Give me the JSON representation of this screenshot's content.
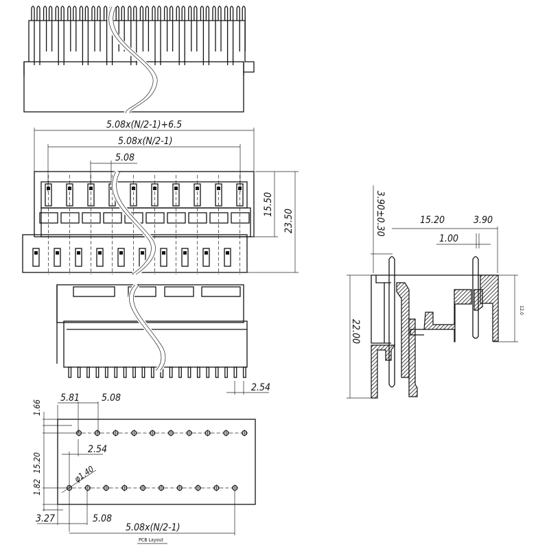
{
  "title": "PCB Layout",
  "colors": {
    "line": "#111111",
    "background": "#ffffff"
  },
  "front_view": {
    "overall_width": "5.08x(N/2-1)+6.5",
    "pin_span": "5.08x(N/2-1)",
    "pitch": "5.08",
    "height_upper": "15.50",
    "height_total": "23.50"
  },
  "bottom_view": {
    "pin_pitch": "2.54"
  },
  "pcb_layout": {
    "edge_offset_top": "1.66",
    "edge_offset_left": "5.81",
    "pitch_top": "5.08",
    "row_offset": "2.54",
    "row_spacing": "15.20",
    "hole_diameter": "φ1.40",
    "edge_offset_bottom": "1.82",
    "edge_offset_left_bottom": "3.27",
    "pitch_bottom": "5.08",
    "pin_span": "5.08x(N/2-1)",
    "caption": "PCB Layout"
  },
  "side_view": {
    "pin_protrusion": "3.90±0.30",
    "pin_distance": "15.20",
    "edge_offset": "3.90",
    "pin_width": "1.00",
    "total_height": "22.00",
    "body_height": "12.0"
  }
}
